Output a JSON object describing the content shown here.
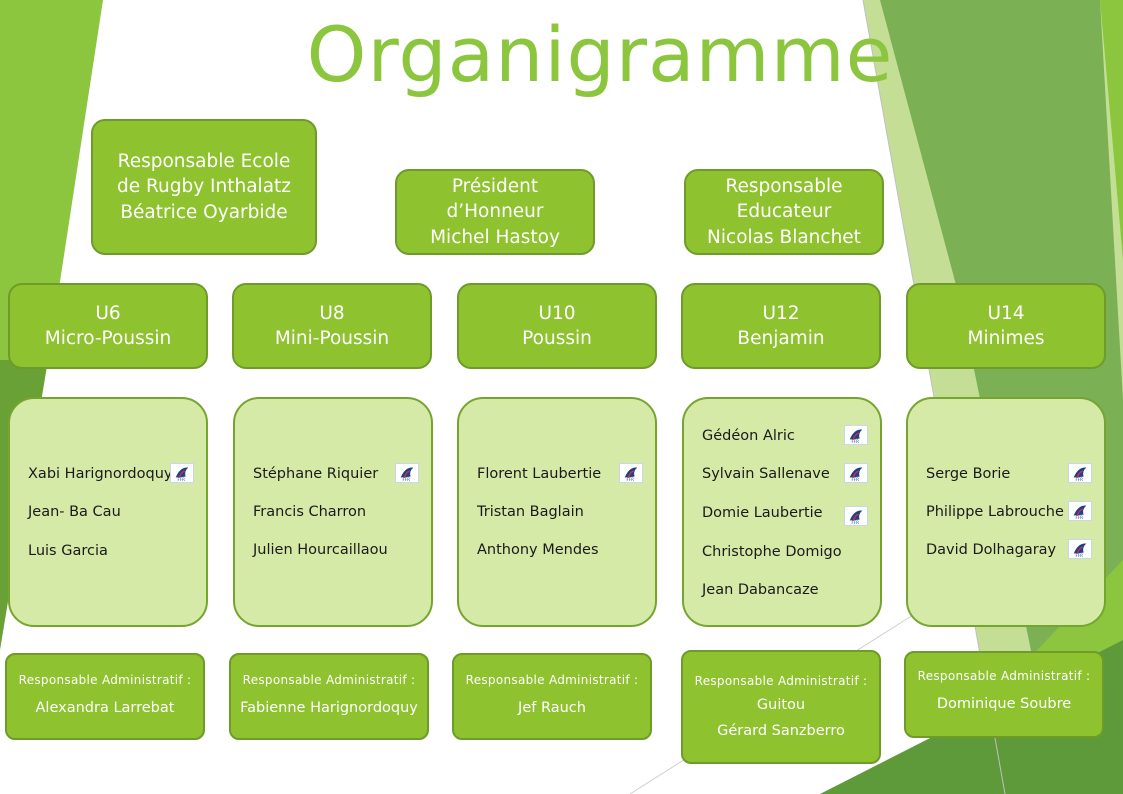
{
  "title": "Organigramme",
  "leaders": [
    {
      "lines": [
        "Responsable Ecole",
        "de Rugby Inthalatz",
        "Béatrice Oyarbide"
      ]
    },
    {
      "lines": [
        "Président",
        "d’Honneur",
        "Michel Hastoy"
      ]
    },
    {
      "lines": [
        "Responsable",
        "Educateur",
        "Nicolas Blanchet"
      ]
    }
  ],
  "teams": [
    {
      "code": "U6",
      "name": "Micro-Poussin",
      "members": [
        {
          "name": "Xabi Harignordoquy",
          "ffr": true
        },
        {
          "name": "Jean- Ba Cau",
          "ffr": false
        },
        {
          "name": "Luis Garcia",
          "ffr": false
        }
      ],
      "admin_label": "Responsable Administratif :",
      "admin_names": [
        "Alexandra Larrebat"
      ]
    },
    {
      "code": "U8",
      "name": "Mini-Poussin",
      "members": [
        {
          "name": "Stéphane Riquier",
          "ffr": true
        },
        {
          "name": "Francis Charron",
          "ffr": false
        },
        {
          "name": "Julien Hourcaillaou",
          "ffr": false
        }
      ],
      "admin_label": "Responsable Administratif :",
      "admin_names": [
        "Fabienne Harignordoquy"
      ]
    },
    {
      "code": "U10",
      "name": "Poussin",
      "members": [
        {
          "name": "Florent Laubertie",
          "ffr": true
        },
        {
          "name": "Tristan Baglain",
          "ffr": false
        },
        {
          "name": "Anthony Mendes",
          "ffr": false
        }
      ],
      "admin_label": "Responsable Administratif :",
      "admin_names": [
        "Jef Rauch"
      ]
    },
    {
      "code": "U12",
      "name": "Benjamin",
      "members": [
        {
          "name": "Gédéon Alric",
          "ffr": true
        },
        {
          "name": "Sylvain Sallenave",
          "ffr": true
        },
        {
          "name": "Domie Laubertie",
          "ffr": true
        },
        {
          "name": "Christophe Domigo",
          "ffr": false
        },
        {
          "name": "Jean Dabancaze",
          "ffr": false
        }
      ],
      "admin_label": "Responsable Administratif :",
      "admin_names": [
        "Guitou",
        "Gérard Sanzberro"
      ]
    },
    {
      "code": "U14",
      "name": "Minimes",
      "members": [
        {
          "name": "Serge Borie",
          "ffr": true
        },
        {
          "name": "Philippe Labrouche",
          "ffr": true
        },
        {
          "name": "David Dolhagaray",
          "ffr": true
        }
      ],
      "admin_label": "Responsable Administratif :",
      "admin_names": [
        "Dominique Soubre"
      ]
    }
  ],
  "logo_icon": "ffr-rooster-logo-icon",
  "colors": {
    "title": "#8cc63f",
    "box_dark": "#8ec22f",
    "box_light": "#d6eaa8",
    "border": "#6e9b2a"
  }
}
